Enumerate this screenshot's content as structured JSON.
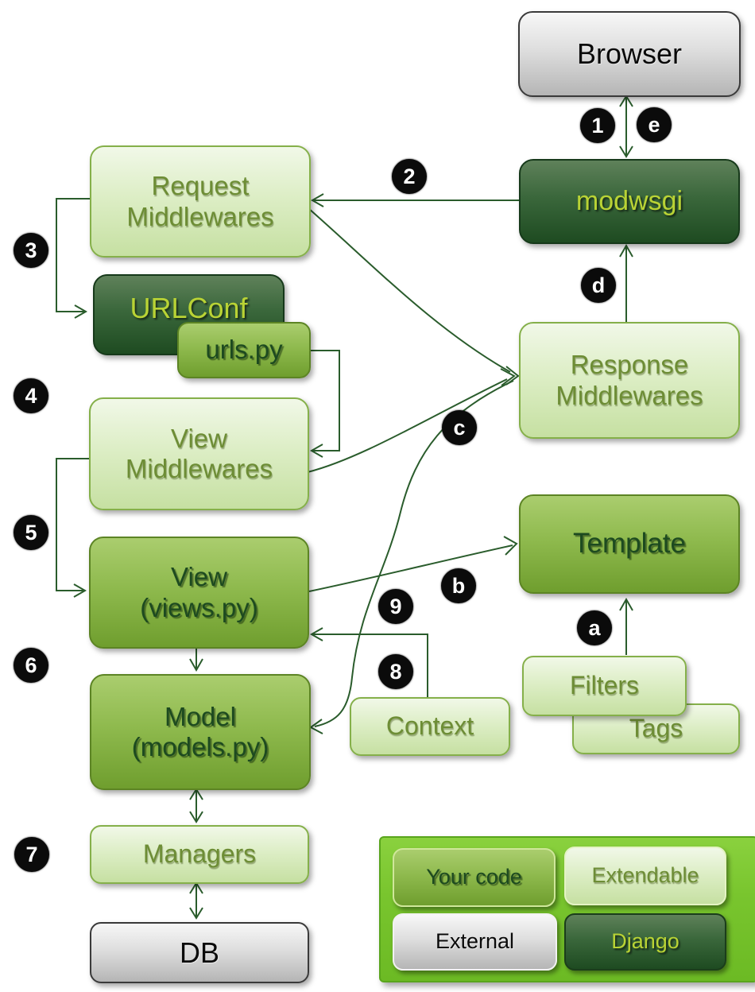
{
  "diagram": {
    "subject": "Django request response cycle",
    "background": "#ffffff"
  },
  "nodes": {
    "browser": {
      "label": "Browser",
      "category": "External"
    },
    "modwsgi": {
      "label": "modwsgi",
      "category": "Django"
    },
    "request_mw": {
      "label": "Request\nMiddlewares",
      "category": "Extendable"
    },
    "urlconf": {
      "label": "URLConf",
      "category": "Django"
    },
    "urls_py": {
      "label": "urls.py",
      "category": "Your code"
    },
    "view_mw": {
      "label": "View\nMiddlewares",
      "category": "Extendable"
    },
    "view": {
      "label": "View\n(views.py)",
      "category": "Your code"
    },
    "response_mw": {
      "label": "Response\nMiddlewares",
      "category": "Extendable"
    },
    "template": {
      "label": "Template",
      "category": "Your code"
    },
    "filters": {
      "label": "Filters",
      "category": "Extendable"
    },
    "tags": {
      "label": "Tags",
      "category": "Extendable"
    },
    "context": {
      "label": "Context",
      "category": "Extendable"
    },
    "model": {
      "label": "Model\n(models.py)",
      "category": "Your code"
    },
    "managers": {
      "label": "Managers",
      "category": "Extendable"
    },
    "db": {
      "label": "DB",
      "category": "External"
    }
  },
  "badges": {
    "n1": {
      "label": "1"
    },
    "n2": {
      "label": "2"
    },
    "n3": {
      "label": "3"
    },
    "n4": {
      "label": "4"
    },
    "n5": {
      "label": "5"
    },
    "n6": {
      "label": "6"
    },
    "n7": {
      "label": "7"
    },
    "n8": {
      "label": "8"
    },
    "n9": {
      "label": "9"
    },
    "a": {
      "label": "a"
    },
    "b": {
      "label": "b"
    },
    "c": {
      "label": "c"
    },
    "d": {
      "label": "d"
    },
    "e": {
      "label": "e"
    }
  },
  "legend": {
    "items": {
      "your_code": {
        "label": "Your code"
      },
      "extendable": {
        "label": "Extendable"
      },
      "external": {
        "label": "External"
      },
      "django": {
        "label": "Django"
      }
    }
  },
  "colors": {
    "box_light_top": "#f1f8e8",
    "box_light_bottom": "#c6e0a2",
    "box_light_border": "#85b04a",
    "box_light_text": "#6d8d35",
    "box_medium_top": "#aacd6e",
    "box_medium_bottom": "#6f9e2e",
    "box_medium_text": "#1d4a20",
    "box_dark_top": "#5f815a",
    "box_dark_bottom": "#1e4b21",
    "box_dark_text": "#b9d335",
    "box_gray_top": "#f7f7f7",
    "box_gray_bottom": "#b5b5b5",
    "box_gray_text": "#0a0a0a",
    "legend_panel": "#79c52e",
    "legend_panel_border": "#59a51c",
    "arrow": "#2a5c2c",
    "badge_background": "#0b0b0b",
    "badge_text": "#ffffff"
  }
}
